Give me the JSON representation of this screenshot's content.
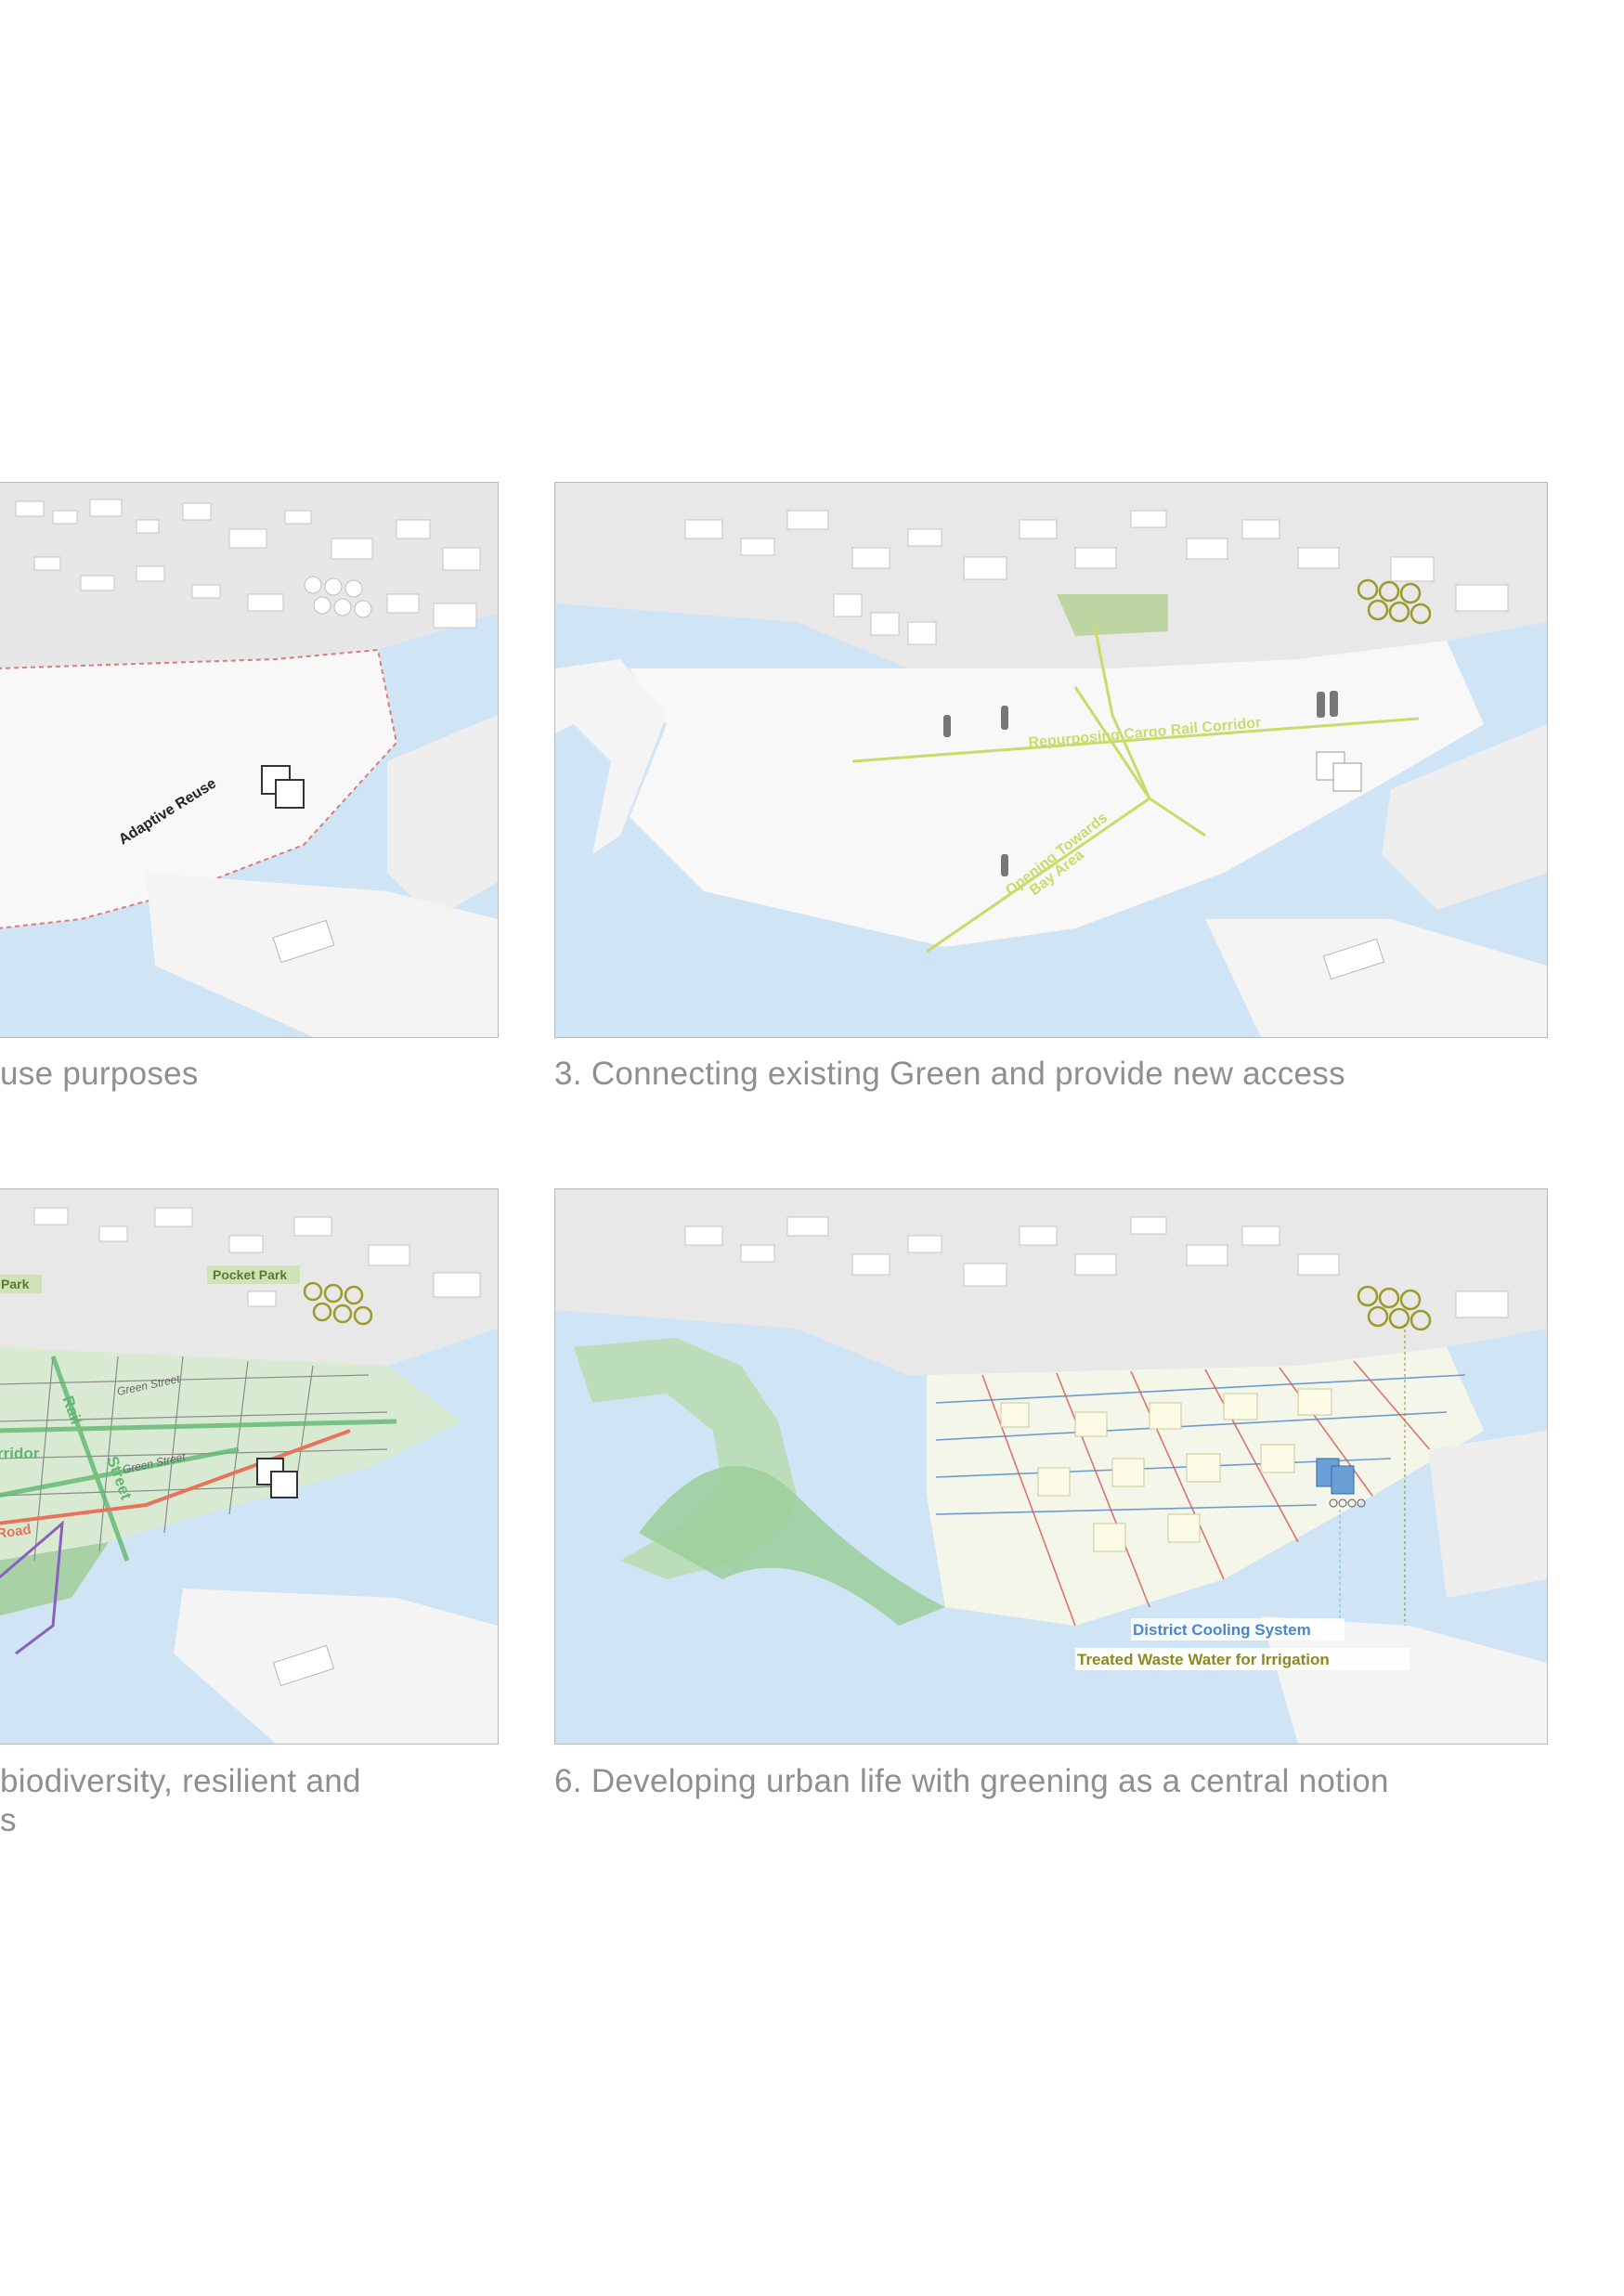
{
  "captions": {
    "top_left": "use purposes",
    "top_right": "3. Connecting existing Green and provide new access",
    "bottom_left_line1": "biodiversity, resilient and",
    "bottom_left_line2": "s",
    "bottom_right": "6. Developing urban life with greening as a central notion"
  },
  "labels": {
    "adaptive_reuse": "Adaptive Reuse",
    "cargo_rail": "Repurposing Cargo Rail Corridor",
    "opening_line1": "Opening Towards",
    "opening_line2": "Bay Area",
    "pocket_park": "Pocket Park",
    "park_fragment": "Park",
    "rail_fragment": "Rail",
    "corridor_fragment": "rridor",
    "street_fragment": "Street",
    "green_street_1": "Green Street",
    "green_street_2": "Green Street",
    "road_fragment": "Road",
    "district_cooling": "District Cooling System",
    "treated_water": "Treated Waste Water for Irrigation"
  },
  "colors": {
    "water": "#cfe4f5",
    "land": "#f7f7f7",
    "green_corridor": "#c9dc6a",
    "park_green": "#9ccf9a",
    "red_road": "#e8735c",
    "blue_pipe": "#4a86c9",
    "red_pipe": "#d9534f",
    "olive_text": "#8a8a1f",
    "cooling_text": "#4a86c9"
  }
}
